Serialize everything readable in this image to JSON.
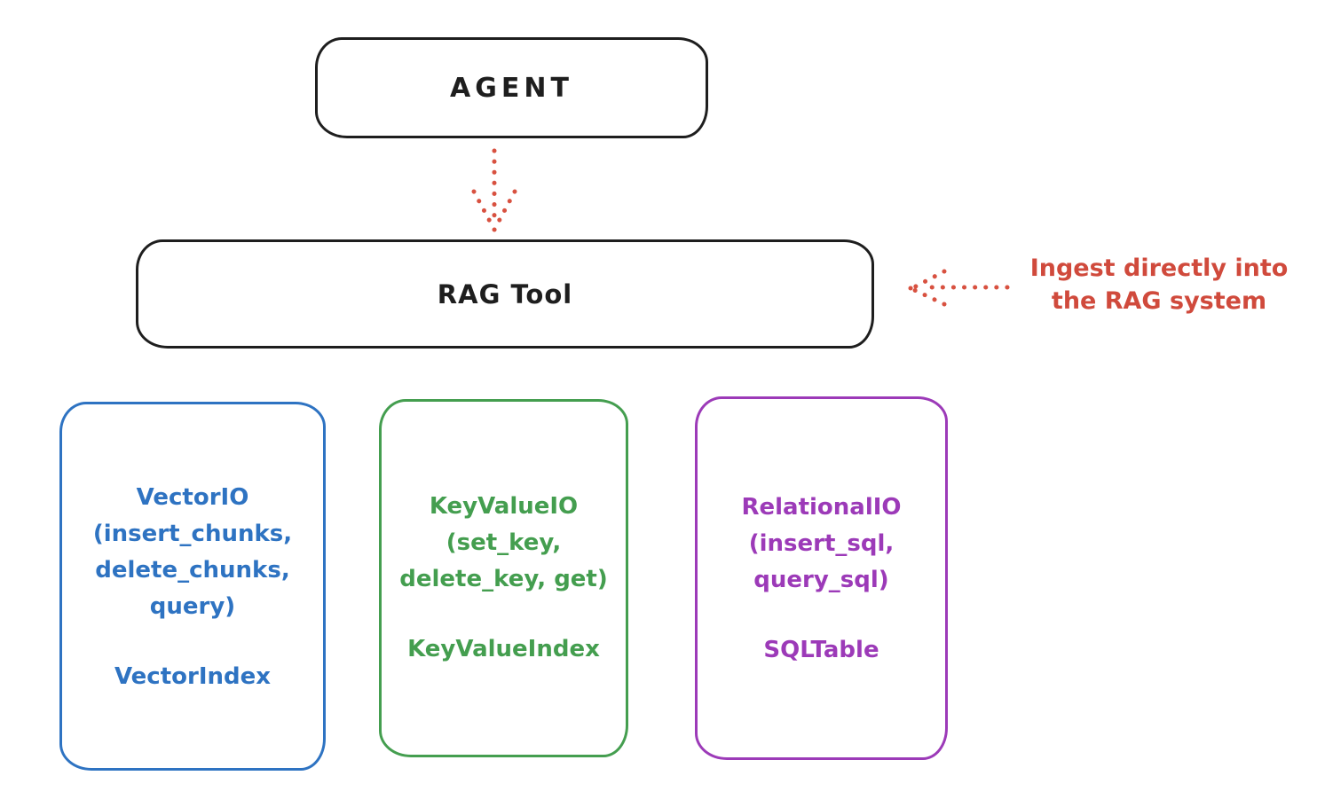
{
  "diagram": {
    "background_color": "#ffffff",
    "stroke_color_black": "#1e1e1e",
    "accent_red": "#d04a3c",
    "accent_blue": "#2e73c2",
    "accent_green": "#449e4f",
    "accent_purple": "#9c3ab8",
    "nodes": {
      "agent": {
        "label": "AGENT"
      },
      "rag_tool": {
        "label": "RAG Tool"
      }
    },
    "annotation": {
      "line1": "Ingest directly into",
      "line2": "the RAG system"
    },
    "arrows": [
      {
        "name": "agent-to-rag-tool",
        "style": "dotted",
        "color": "#d85140",
        "direction": "down"
      },
      {
        "name": "ingest-into-rag",
        "style": "dotted",
        "color": "#d85140",
        "direction": "left"
      }
    ],
    "storage_boxes": [
      {
        "id": "vector-io",
        "color": "#2e73c2",
        "title_lines": {
          "l0": "VectorIO",
          "l1": "(insert_chunks,",
          "l2": "delete_chunks,",
          "l3": "query)"
        },
        "index_label": "VectorIndex"
      },
      {
        "id": "key-value-io",
        "color": "#449e4f",
        "title_lines": {
          "l0": "KeyValueIO",
          "l1": "(set_key,",
          "l2": "delete_key, get)"
        },
        "index_label": "KeyValueIndex"
      },
      {
        "id": "relational-io",
        "color": "#9c3ab8",
        "title_lines": {
          "l0": "RelationalIO",
          "l1": "(insert_sql,",
          "l2": "query_sql)"
        },
        "index_label": "SQLTable"
      }
    ]
  }
}
